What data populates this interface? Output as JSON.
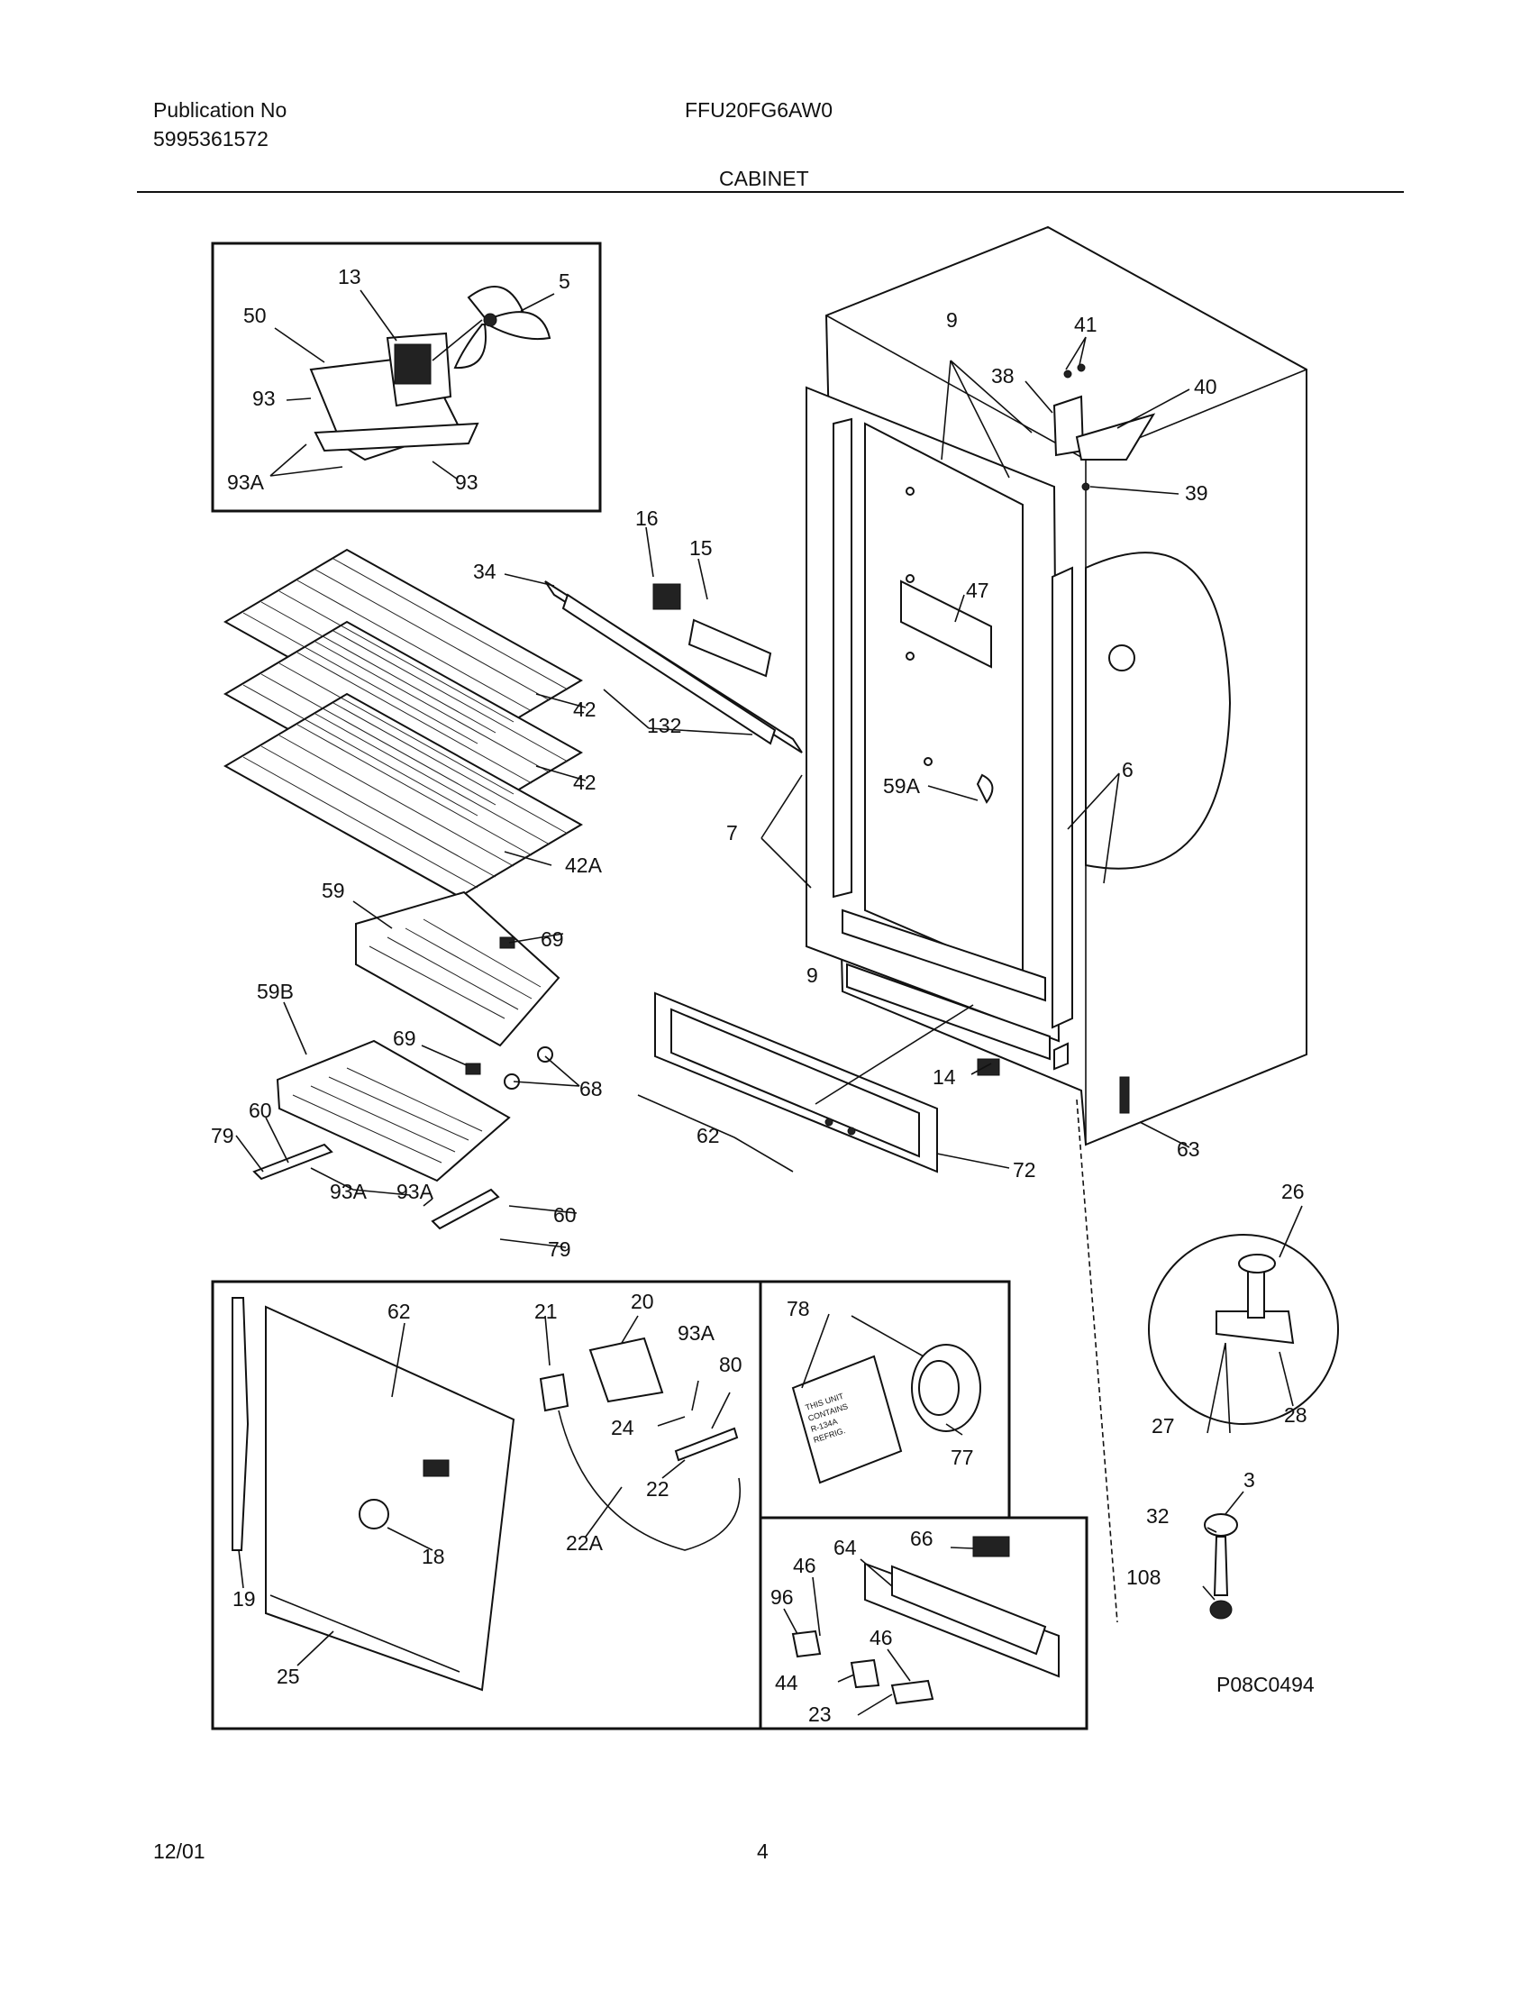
{
  "header": {
    "publication_label": "Publication No",
    "publication_number": "5995361572",
    "model": "FFU20FG6AW0",
    "section": "CABINET"
  },
  "footer": {
    "date": "12/01",
    "page": "4"
  },
  "diagram": {
    "drawing_id": "P08C0494",
    "callouts": [
      "13",
      "5",
      "50",
      "93",
      "93A",
      "93",
      "41",
      "38",
      "40",
      "9",
      "39",
      "16",
      "15",
      "34",
      "47",
      "42",
      "42",
      "42A",
      "132",
      "59A",
      "6",
      "7",
      "59",
      "69",
      "59B",
      "69",
      "68",
      "60",
      "79",
      "93A",
      "93A",
      "60",
      "79",
      "9",
      "14",
      "62",
      "72",
      "63",
      "26",
      "62",
      "21",
      "20",
      "93A",
      "80",
      "24",
      "22",
      "22A",
      "18",
      "19",
      "25",
      "78",
      "77",
      "27",
      "28",
      "3",
      "32",
      "108",
      "66",
      "64",
      "46",
      "96",
      "46",
      "44",
      "23"
    ],
    "cabinet_plate_text": [
      "THIS UNIT",
      "CONTAINS",
      "R-134A",
      "REFRIG."
    ]
  }
}
